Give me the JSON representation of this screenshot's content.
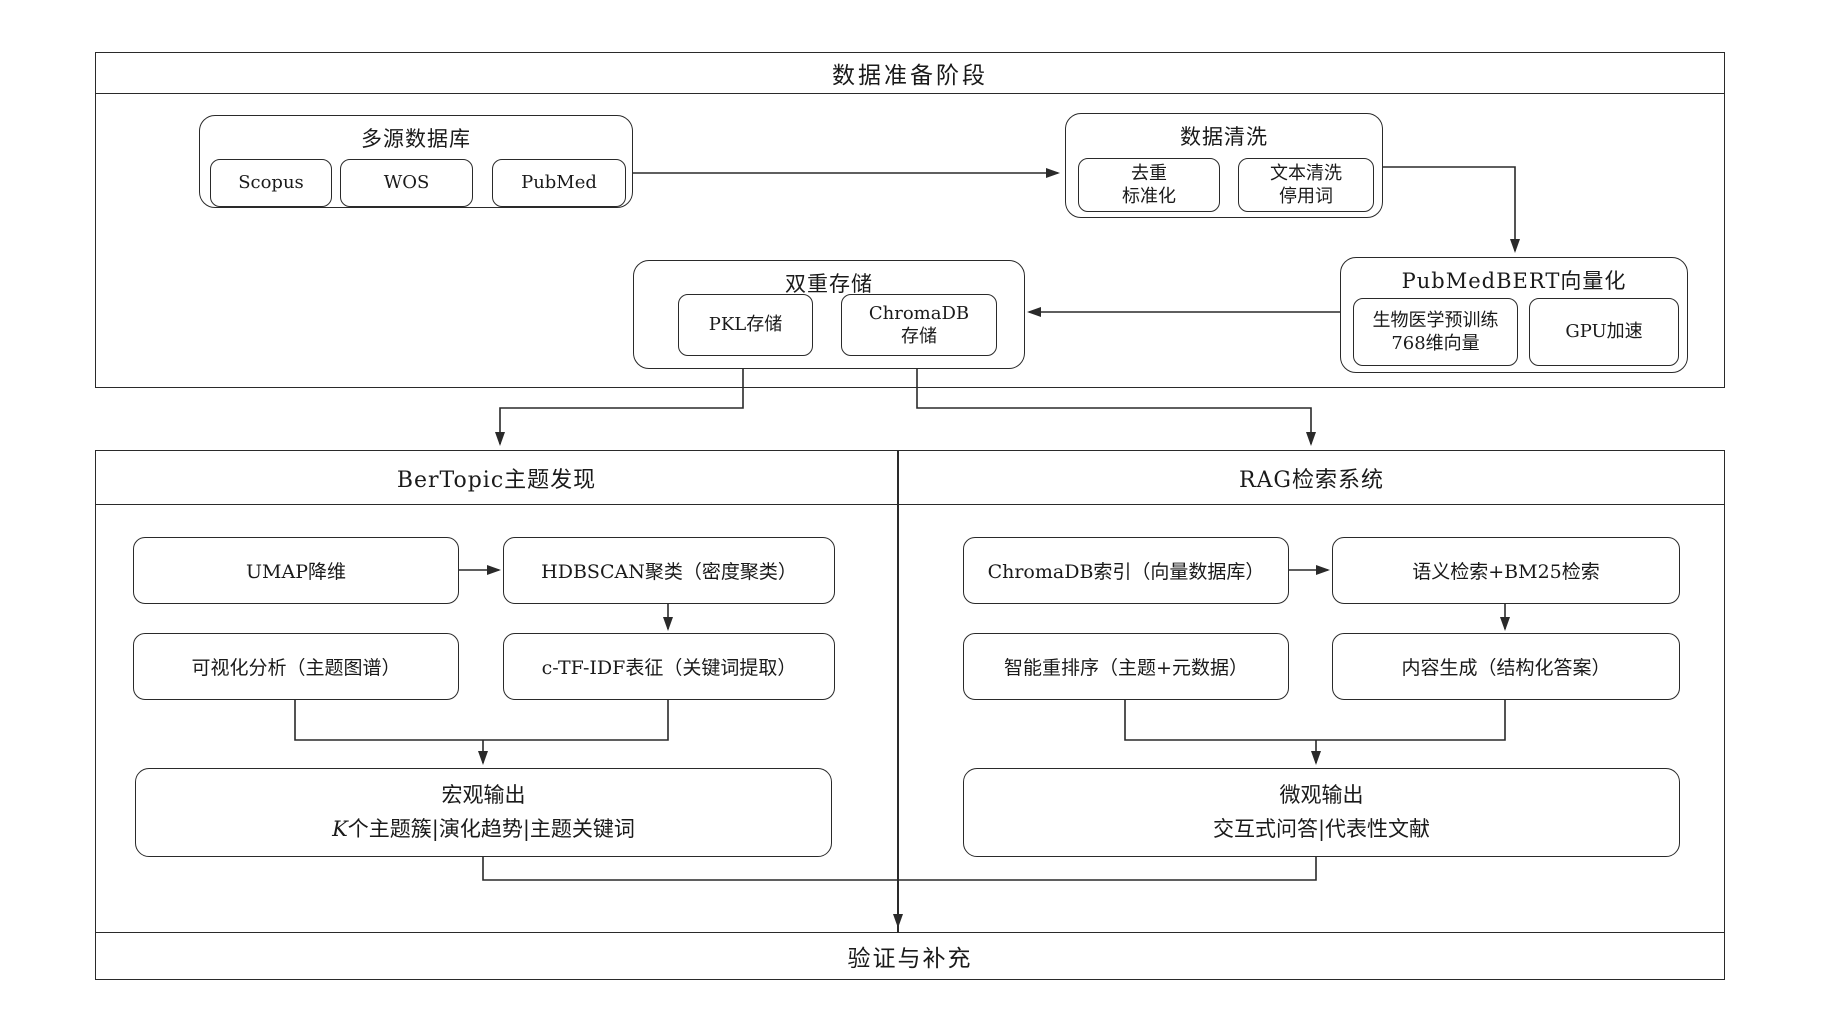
{
  "phase_prep": {
    "title": "数据准备阶段",
    "multi_source": {
      "title": "多源数据库",
      "items": [
        {
          "label": "Scopus"
        },
        {
          "label": "WOS"
        },
        {
          "label": "PubMed"
        }
      ]
    },
    "cleaning": {
      "title": "数据清洗",
      "items": [
        {
          "line1": "去重",
          "line2": "标准化"
        },
        {
          "line1": "文本清洗",
          "line2": "停用词"
        }
      ]
    },
    "vectorize": {
      "title": "PubMedBERT向量化",
      "items": [
        {
          "line1": "生物医学预训练",
          "line2": "768维向量"
        },
        {
          "label": "GPU加速"
        }
      ]
    },
    "storage": {
      "title": "双重存储",
      "items": [
        {
          "label": "PKL存储"
        },
        {
          "line1": "ChromaDB",
          "line2": "存储"
        }
      ]
    }
  },
  "bertopic": {
    "title": "BerTopic主题发现",
    "umap": "UMAP降维",
    "hdbscan": "HDBSCAN聚类（密度聚类）",
    "visualization": "可视化分析（主题图谱）",
    "ctfidf": "c-TF-IDF表征（关键词提取）",
    "output_title": "宏观输出",
    "output_k": "K",
    "output_detail": "个主题簇|演化趋势|主题关键词"
  },
  "rag": {
    "title": "RAG检索系统",
    "index": "ChromaDB索引（向量数据库）",
    "retrieval": "语义检索+BM25检索",
    "rerank": "智能重排序（主题+元数据）",
    "generation": "内容生成（结构化答案）",
    "output_title": "微观输出",
    "output_detail": "交互式问答|代表性文献"
  },
  "validation": {
    "title": "验证与补充"
  },
  "colors": {
    "line": "#2a2a2a",
    "text": "#1a1a1a",
    "background": "#ffffff"
  }
}
